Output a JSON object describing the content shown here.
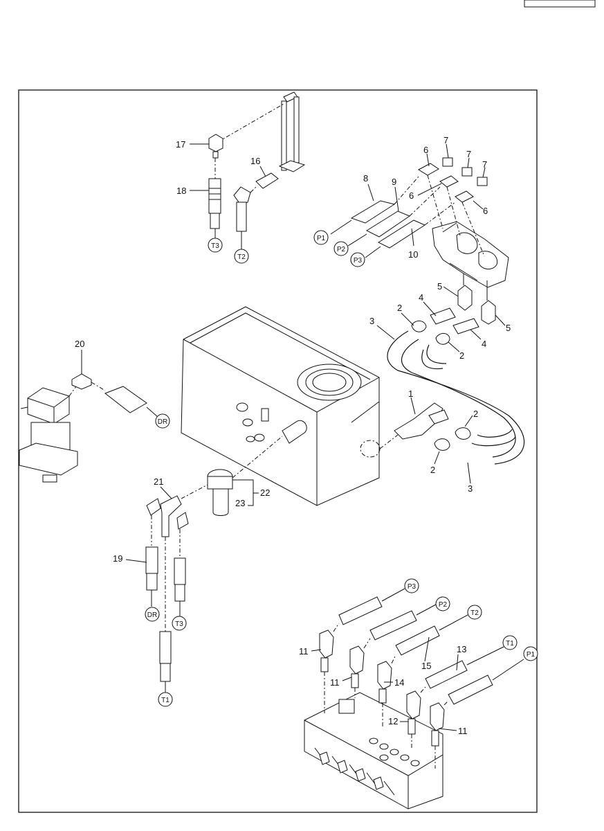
{
  "figure": {
    "page_tab": "",
    "callouts": {
      "c1": "1",
      "c2a": "2",
      "c2b": "2",
      "c2c": "2",
      "c2d": "2",
      "c3a": "3",
      "c3b": "3",
      "c4a": "4",
      "c4b": "4",
      "c5a": "5",
      "c5b": "5",
      "c6a": "6",
      "c6b": "6",
      "c6c": "6",
      "c7a": "7",
      "c7b": "7",
      "c7c": "7",
      "c8": "8",
      "c9": "9",
      "c10": "10",
      "c11a": "11",
      "c11b": "11",
      "c11c": "11",
      "c12": "12",
      "c13": "13",
      "c14": "14",
      "c15": "15",
      "c16": "16",
      "c17": "17",
      "c18": "18",
      "c19": "19",
      "c20": "20",
      "c21": "21",
      "c22": "22",
      "c23": "23"
    },
    "ports": {
      "p1_top": "P1",
      "p2_top": "P2",
      "p3_top": "P3",
      "t3_top": "T3",
      "t2_top": "T2",
      "dr_motor": "DR",
      "dr_bottom": "DR",
      "t3_bottom": "T3",
      "t1_bottom": "T1",
      "p3_valve": "P3",
      "p2_valve": "P2",
      "t2_valve": "T2",
      "t1_valve": "T1",
      "p1_valve": "P1"
    }
  }
}
